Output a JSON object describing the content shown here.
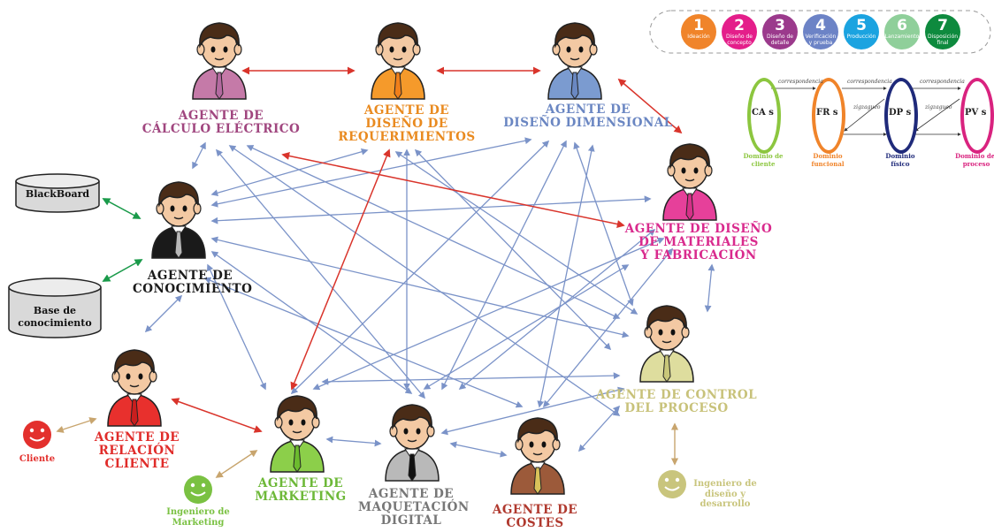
{
  "agents": {
    "calculo": {
      "label": "AGENTE DE\nCÁLCULO ELÉCTRICO",
      "shirt": "#c57aa8",
      "tie": "#b46aa0",
      "text_color": "#a0467f"
    },
    "requerimientos": {
      "label": "AGENTE DE\nDISEÑO DE\nREQUERIMIENTOS",
      "shirt": "#f59a2b",
      "tie": "#f07f1a",
      "text_color": "#e98a1f"
    },
    "dimensional": {
      "label": "AGENTE DE\nDISEÑO DIMENSIONAL",
      "shirt": "#7b9bd0",
      "tie": "#6a88c2",
      "text_color": "#6a86c2"
    },
    "materiales": {
      "label": "AGENTE DE DISEÑO\nDE MATERIALES\nY FABRICACIÓN",
      "shirt": "#e6409a",
      "tie": "#d63088",
      "text_color": "#d92a8d"
    },
    "conocimiento": {
      "label": "AGENTE DE\nCONOCIMIENTO",
      "shirt": "#1a1a1a",
      "tie": "#b8b8b8",
      "text_color": "#1a1a1a"
    },
    "control": {
      "label": "AGENTE DE CONTROL\nDEL PROCESO",
      "shirt": "#dedd9e",
      "tie": "#c9c77a",
      "text_color": "#c8c27a"
    },
    "relacion": {
      "label": "AGENTE DE\nRELACIÓN\nCLIENTE",
      "shirt": "#e8302d",
      "tie": "#c91e1e",
      "text_color": "#e02c2a"
    },
    "marketing": {
      "label": "AGENTE DE\nMARKETING",
      "shirt": "#8ccf4a",
      "tie": "#6cbb2e",
      "text_color": "#6db838"
    },
    "maquetacion": {
      "label": "AGENTE DE\nMAQUETACIÓN\nDIGITAL",
      "shirt": "#b9b9b9",
      "tie": "#111111",
      "text_color": "#777777"
    },
    "costes": {
      "label": "AGENTE DE\nCOSTES",
      "shirt": "#9c5a3a",
      "tie": "#d9c25a",
      "text_color": "#b0392e"
    }
  },
  "databases": {
    "blackboard": "BlackBoard",
    "base": "Base de\nconocimiento"
  },
  "people": {
    "cliente": {
      "label": "Cliente",
      "color": "#e3302d"
    },
    "ing_marketing": {
      "label": "Ingeniero de\nMarketing",
      "color": "#7ac142"
    },
    "ing_diseno": {
      "label": "Ingeniero de\ndiseño y\ndesarrollo",
      "color": "#c9c57d"
    }
  },
  "phases": [
    {
      "num": "1",
      "label": "Ideación",
      "color": "#f0842a"
    },
    {
      "num": "2",
      "label": "Diseño de concepto",
      "color": "#e41e8a"
    },
    {
      "num": "3",
      "label": "Diseño de detalle",
      "color": "#9b3a8c"
    },
    {
      "num": "4",
      "label": "Verificación y prueba",
      "color": "#6c83c6"
    },
    {
      "num": "5",
      "label": "Producción",
      "color": "#1ba3e0"
    },
    {
      "num": "6",
      "label": "Lanzamiento",
      "color": "#8fcf9a"
    },
    {
      "num": "7",
      "label": "Disposición final",
      "color": "#0e8a3e"
    }
  ],
  "domains": [
    {
      "abbr": "CA s",
      "name": "Dominio de\ncliente",
      "color": "#8cc63f"
    },
    {
      "abbr": "FR s",
      "name": "Dominio\nfuncional",
      "color": "#f0842a"
    },
    {
      "abbr": "DP s",
      "name": "Dominio\nfísico",
      "color": "#1f2a7a"
    },
    {
      "abbr": "PV s",
      "name": "Dominio del\nproceso",
      "color": "#d9237f"
    }
  ],
  "mapping_labels": {
    "correspondencia": "correspondencia",
    "zigzagueo": "zigzagueo"
  },
  "colors": {
    "blue_arrow": "#7b93c8",
    "red_arrow": "#d9342b",
    "green_arrow": "#1a9a4a",
    "tan_arrow": "#c8a56e",
    "hair": "#4a2c17",
    "skin": "#f3c9a3"
  }
}
